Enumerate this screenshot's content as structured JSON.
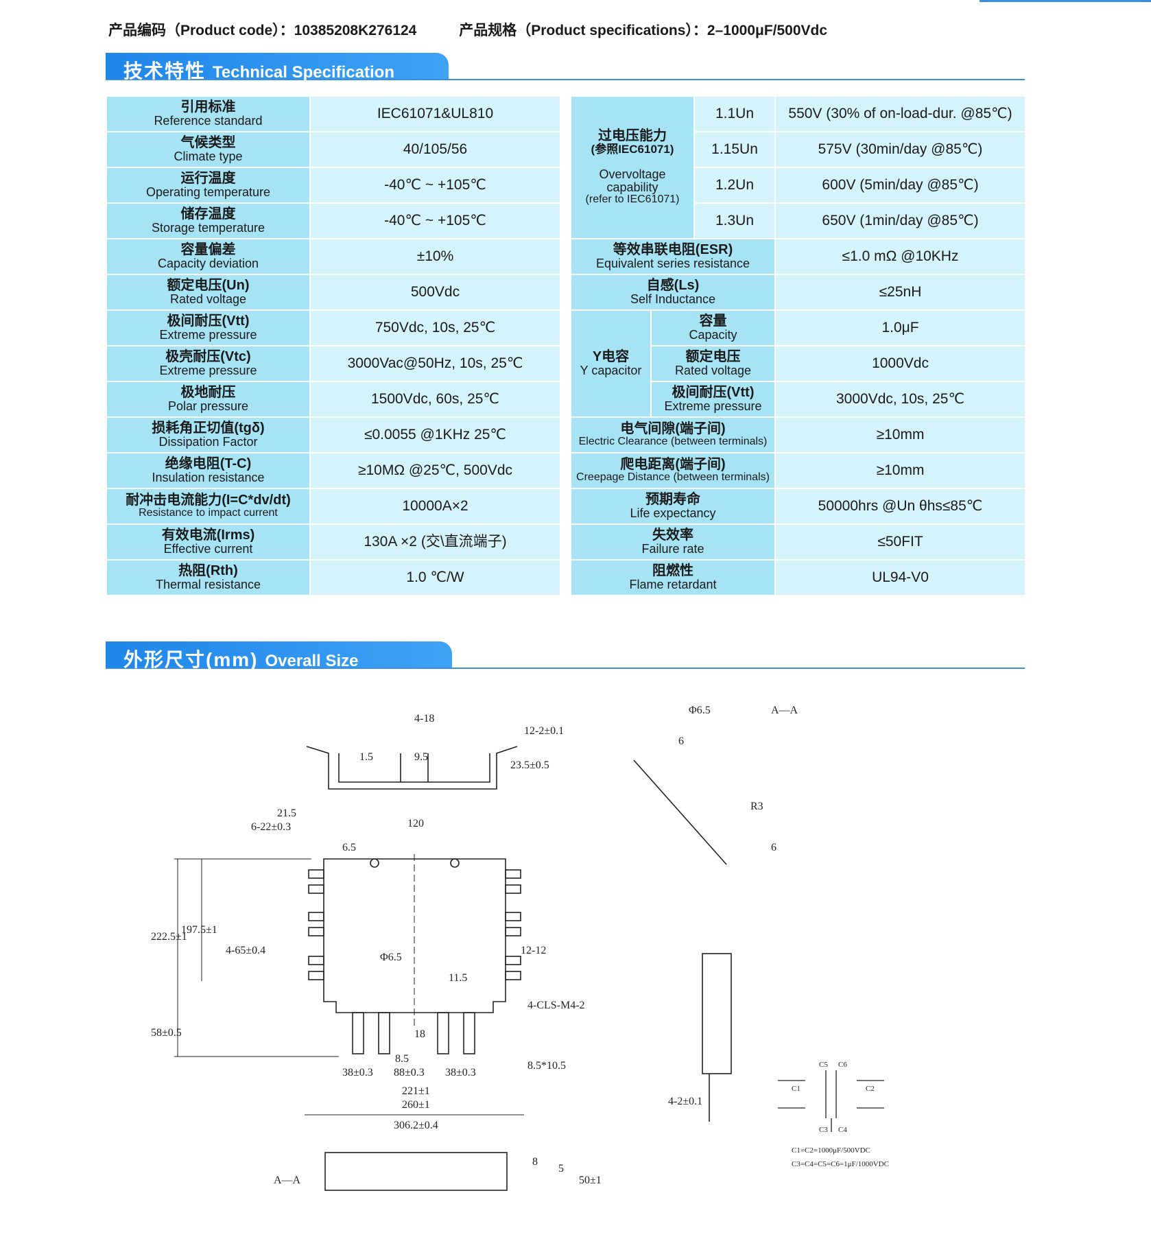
{
  "header": {
    "product_code": "产品编码（Product code）：10385208K276124",
    "product_spec": "产品规格（Product specifications）：2–1000μF/500Vdc"
  },
  "sections": {
    "tech": {
      "zh": "技术特性",
      "en": "Technical Specification"
    },
    "size": {
      "zh": "外形尺寸(mm)",
      "en": "Overall Size"
    }
  },
  "colors": {
    "accent": "#2f95ef",
    "label_bg": "#a6e3f5",
    "value_bg": "#d4f3fb"
  },
  "left_rows": [
    {
      "zh": "引用标准",
      "en": "Reference standard",
      "value": "IEC61071&UL810"
    },
    {
      "zh": "气候类型",
      "en": "Climate type",
      "value": "40/105/56"
    },
    {
      "zh": "运行温度",
      "en": "Operating temperature",
      "value": "-40℃ ~ +105℃"
    },
    {
      "zh": "储存温度",
      "en": "Storage temperature",
      "value": "-40℃ ~ +105℃"
    },
    {
      "zh": "容量偏差",
      "en": "Capacity deviation",
      "value": "±10%"
    },
    {
      "zh": "额定电压(Un)",
      "en": "Rated voltage",
      "value": "500Vdc"
    },
    {
      "zh": "极间耐压(Vtt)",
      "en": "Extreme pressure",
      "value": "750Vdc, 10s, 25℃"
    },
    {
      "zh": "极壳耐压(Vtc)",
      "en": "Extreme pressure",
      "value": "3000Vac@50Hz, 10s, 25℃"
    },
    {
      "zh": "极地耐压",
      "en": "Polar pressure",
      "value": "1500Vdc, 60s, 25℃"
    },
    {
      "zh": "损耗角正切值(tgδ)",
      "en": "Dissipation Factor",
      "value": "≤0.0055    @1KHz  25℃"
    },
    {
      "zh": "绝缘电阻(T-C)",
      "en": "Insulation resistance",
      "value": "≥10MΩ  @25℃, 500Vdc"
    },
    {
      "zh": "耐冲击电流能力(I=C*dv/dt)",
      "en": "Resistance to impact current",
      "value": "10000A×2"
    },
    {
      "zh": "有效电流(Irms)",
      "en": "Effective current",
      "value": "130A  ×2  (交\\直流端子)"
    },
    {
      "zh": "热阻(Rth)",
      "en": "Thermal resistance",
      "value": "1.0 ℃/W"
    }
  ],
  "right": {
    "overvoltage": {
      "zh": "过电压能力",
      "zh_ref": "(参照IEC61071)",
      "en1": "Overvoltage",
      "en2": "capability",
      "en3": "(refer to IEC61071)",
      "rows": [
        {
          "level": "1.1Un",
          "value": "550V (30% of on-load-dur.  @85℃)"
        },
        {
          "level": "1.15Un",
          "value": "575V (30min/day @85℃)"
        },
        {
          "level": "1.2Un",
          "value": "600V (5min/day @85℃)"
        },
        {
          "level": "1.3Un",
          "value": "650V (1min/day @85℃)"
        }
      ]
    },
    "esr": {
      "zh": "等效串联电阻(ESR)",
      "en": "Equivalent series resistance",
      "value": "≤1.0 mΩ  @10KHz"
    },
    "ls": {
      "zh": "自感(Ls)",
      "en": "Self Inductance",
      "value": "≤25nH"
    },
    "ycap": {
      "zh": "Y电容",
      "en": "Y capacitor",
      "rows": [
        {
          "zh": "容量",
          "en": "Capacity",
          "value": "1.0μF"
        },
        {
          "zh": "额定电压",
          "en": "Rated voltage",
          "value": "1000Vdc"
        },
        {
          "zh": "极间耐压(Vtt)",
          "en": "Extreme pressure",
          "value": "3000Vdc, 10s, 25℃"
        }
      ]
    },
    "tail_rows": [
      {
        "zh": "电气间隙(端子间)",
        "en": "Electric Clearance (between terminals)",
        "value": "≥10mm"
      },
      {
        "zh": "爬电距离(端子间)",
        "en": "Creepage Distance (between terminals)",
        "value": "≥10mm"
      },
      {
        "zh": "预期寿命",
        "en": "Life expectancy",
        "value": "50000hrs  @Un  θhs≤85℃"
      },
      {
        "zh": "失效率",
        "en": "Failure rate",
        "value": "≤50FIT"
      },
      {
        "zh": "阻燃性",
        "en": "Flame retardant",
        "value": "UL94-V0"
      }
    ]
  },
  "drawing": {
    "dims": {
      "d4_18": "4-18",
      "d1_5": "1.5",
      "d9_5": "9.5",
      "d12_2": "12-2±0.1",
      "d23_5": "23.5±0.5",
      "d6_22": "6-22±0.3",
      "d21_5": "21.5",
      "d120": "120",
      "d6_5": "6.5",
      "d222_5": "222.5±1",
      "d197_5": "197.5±1",
      "d4_65": "4-65±0.4",
      "phi6_5": "Φ6.5",
      "d11_5": "11.5",
      "d12_12": "12-12",
      "d4_cls": "4-CLS-M4-2",
      "d58": "58±0.5",
      "d18": "18",
      "d8_5": "8.5",
      "d8_5x10_5": "8.5*10.5",
      "d38a": "38±0.3",
      "d88": "88±0.3",
      "d38b": "38±0.3",
      "d221": "221±1",
      "d260": "260±1",
      "d306": "306.2±0.4",
      "d8": "8",
      "d5": "5",
      "d50": "50±1",
      "aa_section": "A—A",
      "aa_mark": "A—A",
      "phi6_5b": "Φ6.5",
      "d6a": "6",
      "r3": "R3",
      "d6b": "6",
      "d4_2": "4-2±0.1"
    },
    "schematic": {
      "c1": "C1",
      "c2": "C2",
      "c3": "C3",
      "c4": "C4",
      "c5": "C5",
      "c6": "C6",
      "note1": "C1=C2=1000μF/500VDC",
      "note2": "C3=C4=C5=C6=1μF/1000VDC"
    }
  }
}
